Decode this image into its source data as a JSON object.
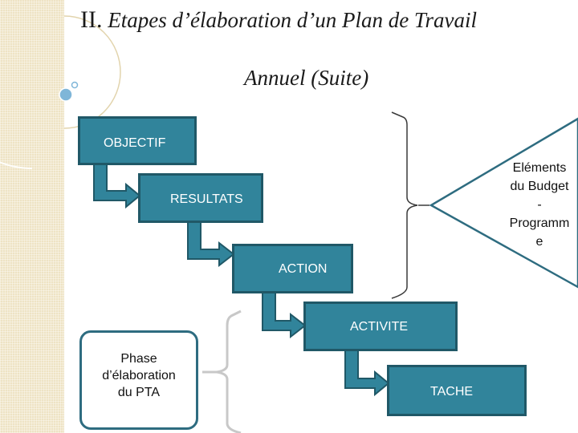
{
  "slide": {
    "title_numeral": "II.",
    "title_line1": "Etapes  d’élaboration d’un Plan de Travail",
    "title_line2": "Annuel  (Suite)"
  },
  "diagram": {
    "steps": [
      "OBJECTIF",
      "RESULTATS",
      "ACTION",
      "ACTIVITE",
      "TACHE"
    ],
    "budget_label": [
      "Eléments",
      "du Budget",
      "-",
      "Programm",
      "e"
    ],
    "phase_label": [
      "Phase",
      "d’élaboration",
      "du PTA"
    ]
  },
  "colors": {
    "box_fill": "#31849b",
    "box_border": "#205867",
    "arrow_fill": "#31849b",
    "triangle_stroke": "#2e6c80",
    "left_strip": "#eee3c4"
  }
}
